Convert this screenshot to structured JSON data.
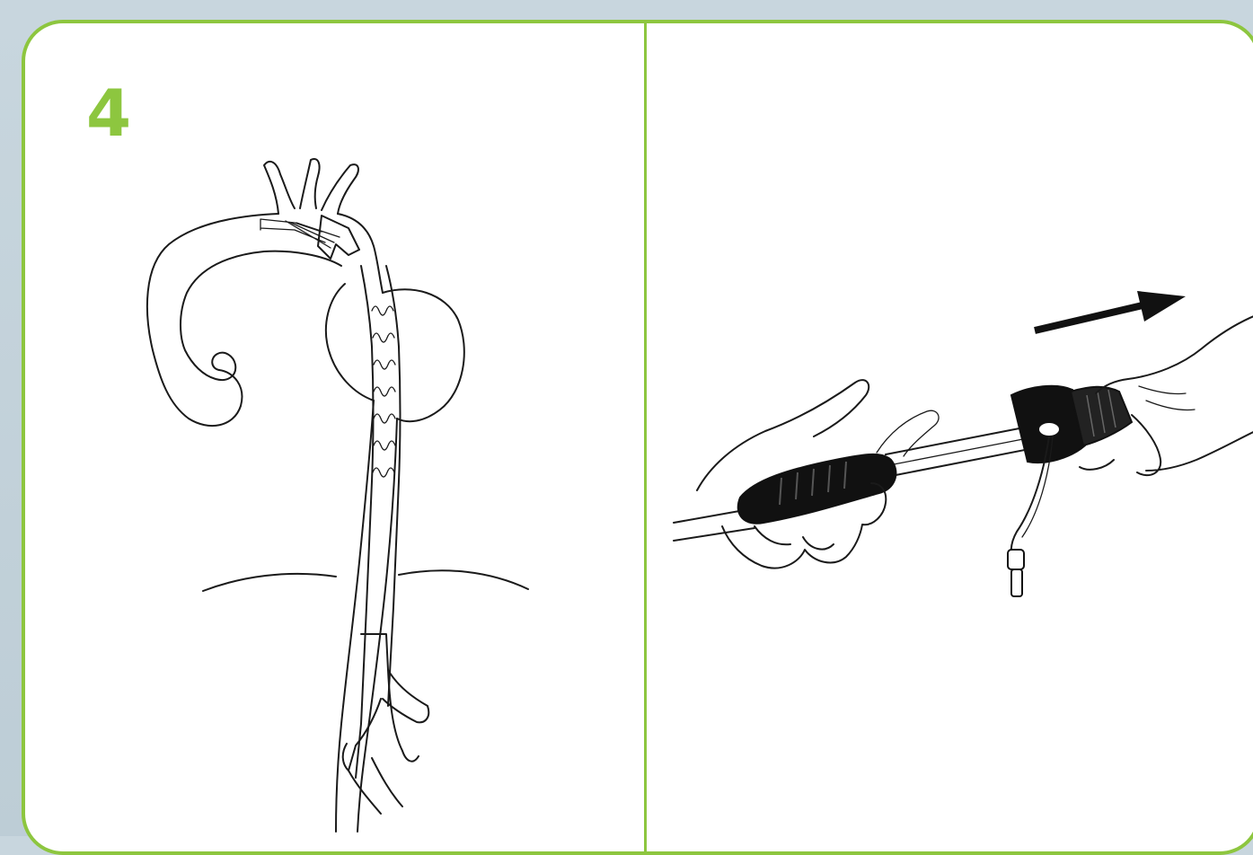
{
  "step": {
    "number": "4"
  },
  "colors": {
    "accent": "#8dc63f",
    "background": "#c8d6de",
    "panel": "#ffffff",
    "ink": "#1a1a1a"
  },
  "illustrations": {
    "left": "aortic-stent-graft-deployment",
    "right": "delivery-handle-withdrawal"
  }
}
